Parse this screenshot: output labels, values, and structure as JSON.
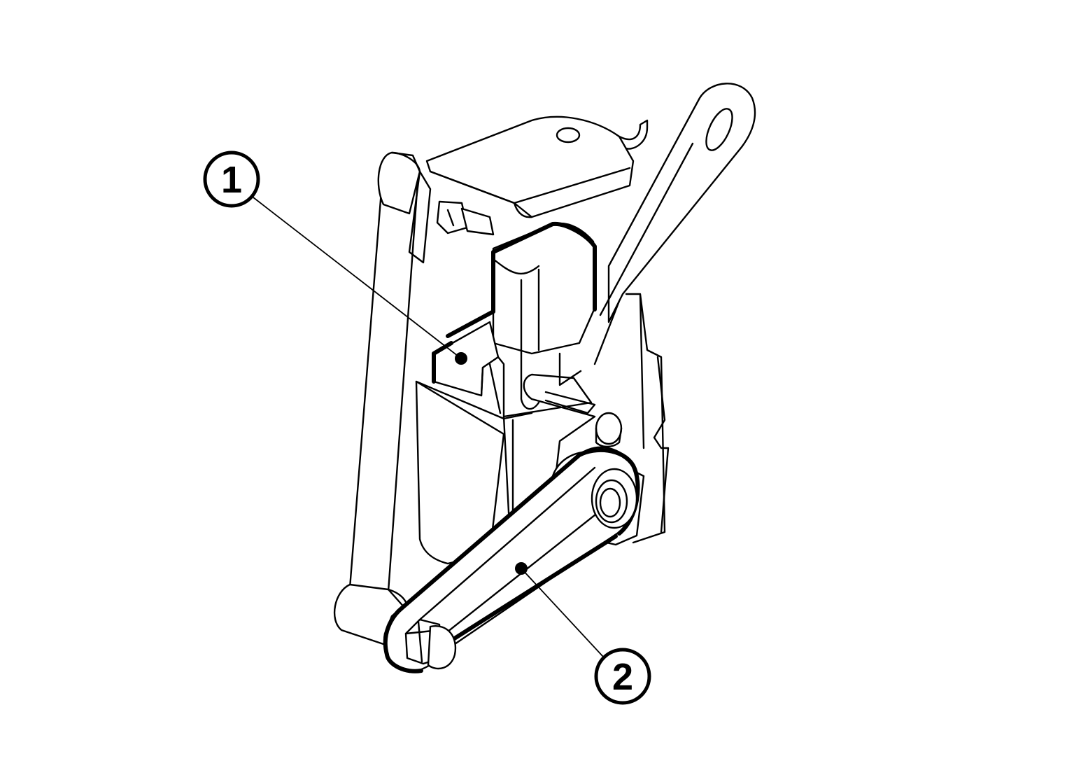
{
  "callouts": [
    {
      "label": "1",
      "part": "height-sensor"
    },
    {
      "label": "2",
      "part": "sensor-link-rod"
    }
  ],
  "colors": {
    "line": "#000000",
    "background": "#ffffff"
  }
}
